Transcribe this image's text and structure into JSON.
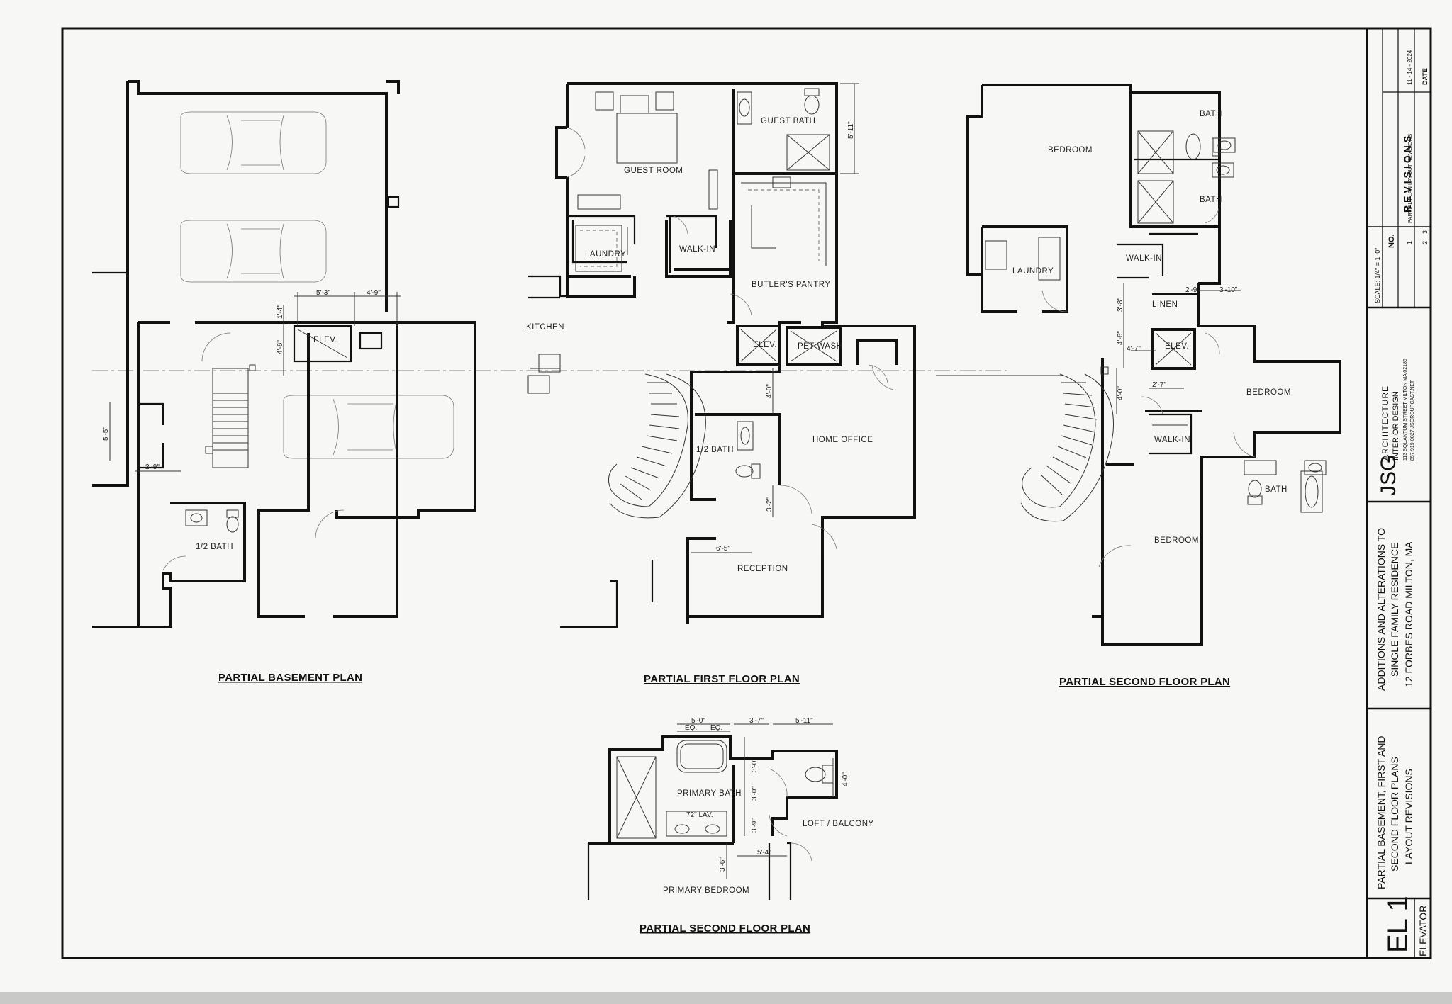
{
  "plans": {
    "basement": {
      "title": "PARTIAL BASEMENT PLAN",
      "rooms": {
        "elev": "ELEV.",
        "half_bath": "1/2 BATH"
      },
      "dims": {
        "d1": "5'-3\"",
        "d2": "4'-9\"",
        "d3": "1'-4\"",
        "d4": "4'-6\"",
        "d5": "5'-5\"",
        "d6": "2'-9\""
      }
    },
    "first": {
      "title": "PARTIAL FIRST FLOOR PLAN",
      "rooms": {
        "guest_room": "GUEST ROOM",
        "guest_bath": "GUEST BATH",
        "laundry": "LAUNDRY",
        "walk_in": "WALK-IN",
        "butlers_pantry": "BUTLER'S PANTRY",
        "kitchen": "KITCHEN",
        "elev": "ELEV.",
        "pet_wash": "PET WASH",
        "half_bath": "1/2 BATH",
        "home_office": "HOME OFFICE",
        "reception": "RECEPTION"
      },
      "dims": {
        "d1": "5'-11\"",
        "d2": "4'-0\"",
        "d3": "3'-2\"",
        "d4": "6'-5\""
      }
    },
    "second": {
      "title": "PARTIAL SECOND FLOOR PLAN",
      "rooms": {
        "bedroom_1": "BEDROOM",
        "bath_1": "BATH",
        "bath_2": "BATH",
        "laundry": "LAUNDRY",
        "walk_in_1": "WALK-IN",
        "linen": "LINEN",
        "elev": "ELEV.",
        "bedroom_2": "BEDROOM",
        "walk_in_2": "WALK-IN",
        "bath_3": "BATH",
        "bedroom_3": "BEDROOM"
      },
      "dims": {
        "d1": "2'-9\"",
        "d2": "3'-10\"",
        "d3": "3'-8\"",
        "d4": "4'-6\"",
        "d5": "4'-7\"",
        "d6": "4'-0\"",
        "d7": "2'-7\""
      }
    },
    "second_partial": {
      "title": "PARTIAL SECOND FLOOR PLAN",
      "rooms": {
        "primary_bath": "PRIMARY BATH",
        "lav": "72\" LAV.",
        "loft": "LOFT / BALCONY",
        "primary_bedroom": "PRIMARY BEDROOM"
      },
      "dims": {
        "d1": "5'-0\"",
        "eq1": "EQ.",
        "eq2": "EQ.",
        "d2": "3'-7\"",
        "d3": "5'-11\"",
        "d4": "3'-0\"",
        "d5": "3'-0\"",
        "d6": "3'-9\"",
        "d7": "4'-0\"",
        "d8": "5'-4\"",
        "d9": "3'-6\""
      }
    }
  },
  "title_block": {
    "revisions_heading": "REVISIONS",
    "date_heading": "DATE",
    "date_value": "11 - 14 - 2024",
    "scale": "SCALE: 1/4\" = 1'-0\"",
    "no_heading": "NO.",
    "rev_rows": [
      {
        "no": "1",
        "desc": "PARTIAL PLAN LAYOUT REVISIONS"
      },
      {
        "no": "2",
        "desc": ""
      },
      {
        "no": "3",
        "desc": ""
      }
    ],
    "firm_logo": "JSG",
    "firm_line1": "ARCHITECTURE",
    "firm_line2": "INTERIOR DESIGN",
    "firm_line3": "113 SQUANTUM STREET MILTON MA 02186",
    "firm_line4": "857-919-0827   JSGROUPCAST.NET",
    "project_line1": "ADDITIONS AND ALTERATIONS TO",
    "project_line2": "SINGLE FAMILY RESIDENCE",
    "project_line3": "12 FORBES ROAD   MILTON, MA",
    "sheet_desc1": "PARTIAL BASEMENT, FIRST AND",
    "sheet_desc2": "SECOND FLOOR PLANS",
    "sheet_desc3": "LAYOUT REVISIONS",
    "sheet_number": "EL 1",
    "sheet_name": "ELEVATOR"
  }
}
